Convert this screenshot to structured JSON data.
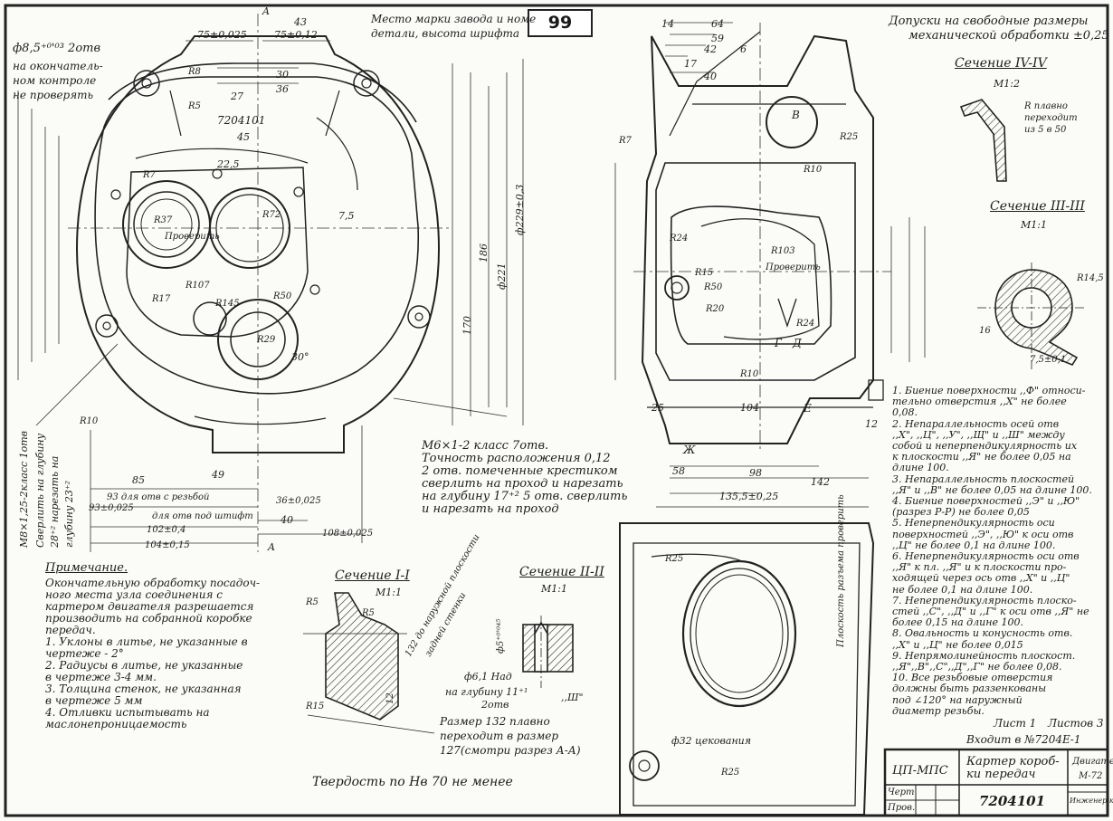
{
  "page_number": "99",
  "header_notes": {
    "maker_mark": "Место марки завода и номе",
    "maker_mark_2": "детали, высота шрифта"
  },
  "front_view": {
    "labels": {
      "hole_spec": "ф8,5⁺⁰'⁰³ 2отв",
      "hole_note_1": "на окончатель-",
      "hole_note_2": "ном контроле",
      "hole_note_3": "не проверять",
      "part_number": "7204101",
      "dim_75a": "75±0,025",
      "dim_75b": "75±0,12",
      "dim_43": "43",
      "dim_30": "30",
      "dim_36": "36",
      "dim_27": "27",
      "dim_45": "45",
      "dim_22_5": "22,5",
      "dim_7_5": "7,5",
      "r8": "R8",
      "r5": "R5",
      "r7": "R7",
      "r10": "R10",
      "r17": "R17",
      "r107": "R107",
      "r145": "R145",
      "r50": "R50",
      "r72": "R72",
      "r29": "R29",
      "r37": "R37",
      "check_bore": "Проверить",
      "angle_30": "30°",
      "section_a": "A",
      "dim_85": "85",
      "dim_93": "93 для отв с резьбой",
      "dim_93b": "93±0,025",
      "dim_93c": "для отв под штифт",
      "dim_102": "102±0,4",
      "dim_104": "104±0,15",
      "dim_108": "108±0,025",
      "dim_40": "40",
      "dim_36b": "36±0,025",
      "dim_49": "49",
      "dim_229": "ф229±0,3",
      "dim_221": "ф221",
      "dim_186": "186",
      "dim_170": "170",
      "m8_note": "М8×1,25-2класс 1отв",
      "m8_note_2": "Сверлить на глубину",
      "m8_note_3": "28⁺² нарезать на",
      "m8_note_4": "глубину 23⁺²"
    }
  },
  "thread_note": {
    "line1": "М6×1-2 класс 7отв.",
    "line2": "Точность расположения 0,12",
    "line3": "2 отв. помеченные крестиком",
    "line4": "сверлить на проход и нарезать",
    "line5": "на глубину 17⁺² 5 отв. сверлить",
    "line6": "и нарезать на проход"
  },
  "remarks": {
    "title": "Примечание.",
    "items": [
      "Окончательную обработку посадоч-",
      "ного места узла соединения с",
      "картером двигателя разрешается",
      "производить на собранной коробке",
      "передач.",
      "1. Уклоны в литье, не указанные в",
      "чертеже - 2°",
      "2. Радиусы в литье, не указанные",
      "в чертеже 3-4 мм.",
      "3. Толщина стенок, не указанная",
      "в чертеже 5 мм",
      "4. Отливки испытывать на",
      "маслонепроницаемость"
    ],
    "hardness": "Твердость   по Нв 70  не менее"
  },
  "section_1": {
    "title": "Сечение I-I",
    "scale": "М1:1",
    "r5": "R5",
    "r15": "R15",
    "dim_132": "132 до наружной плоскости",
    "dim_132b": "задней стенки",
    "dim_12": "12"
  },
  "section_2": {
    "title": "Сечение II-II",
    "scale": "М1:1",
    "hole": "ф6,1 Над",
    "depth": "на глубину 11⁺¹",
    "holes_count": "2отв",
    "mark": ",,Ш\"",
    "dim_45": "ф5⁺⁰'⁰⁴⁵",
    "note_1": "Размер 132 плавно",
    "note_2": "переходит в размер",
    "note_3": "127(смотри разрез А-А)"
  },
  "side_view": {
    "dims": [
      "14",
      "64",
      "59",
      "42",
      "6",
      "17",
      "40",
      "25",
      "58",
      "104",
      "98",
      "142",
      "12",
      "135,5±0,25"
    ],
    "labels": {
      "r7": "R7",
      "r25": "R25",
      "r10": "R10",
      "r24": "R24",
      "r50": "R50",
      "r103": "R103",
      "r15": "R15",
      "r20": "R20",
      "check": "Проверить",
      "view_z": "Ж",
      "view_b": "В",
      "mark_e": "Е",
      "mark_g": "Г",
      "mark_d": "Д"
    }
  },
  "bottom_view": {
    "r25": "R25",
    "r25b": "R25",
    "bore": "ф32 цекования",
    "plane_note": "Плоскость разъема проверить"
  },
  "tolerances": {
    "header_1": "Допуски на свободные размеры",
    "header_2": "механической обработки ±0,25",
    "section_iv": "Сечение IV-IV",
    "section_iv_scale": "М1:2",
    "section_iv_note_1": "R плавно",
    "section_iv_note_2": "переходит",
    "section_iv_note_3": "из 5 в 50",
    "section_iii": "Сечение III-III",
    "section_iii_scale": "М1:1",
    "r14_5": "R14,5",
    "dim_16": "16",
    "dim_7_5": "7,5±0,1",
    "items": [
      "1. Биение поверхности ,,Ф\" относи-",
      "тельно отверстия ,,Х\" не более",
      "0,08.",
      "2. Непараллельность осей отв",
      ",,Х\", ,,Ц\", ,,У\", ,,Щ\" и ,,Ш\" между",
      "собой и неперпендикулярность их",
      "к плоскости ,,Я\" не более 0,05 на",
      "длине 100.",
      "3. Непараллельность плоскостей",
      ",,Я\" и ,,В\" не более 0,05 на длине 100.",
      "4. Биение поверхностей ,,Э\" и ,,Ю\"",
      "(разрез Р-Р) не более 0,05",
      "5. Неперпендикулярность оси",
      "поверхностей ,,Э\", ,,Ю\" к оси отв",
      ",,Ц\" не более 0,1 на длине 100.",
      "6. Неперпендикулярность оси отв",
      ",,Я\" к пл. ,,Я\" и к плоскости про-",
      "ходящей через ось отв ,,Х\" и ,,Ц\"",
      "не более 0,1 на длине 100.",
      "7. Неперпендикулярность плоско-",
      "стей ,,С\", ,,Д\" и ,,Г\" к оси отв ,,Я\" не",
      "более 0,15 на длине 100.",
      "8. Овальность и конусность отв.",
      ",,Х\" и ,,Ц\" не более 0,015",
      "9. Непрямолинейность плоскост.",
      ",,Я\",,В\",,С\",,Д\",,Г\" не более 0,08.",
      "10. Все резьбовые отверстия",
      "должны быть раззенкованы",
      "под ∠120° на наружный",
      "диаметр резьбы."
    ]
  },
  "title_block": {
    "sheet": "Лист 1",
    "sheets": "Листов 3",
    "enters": "Входит в №7204Е-1",
    "dept": "ЦП-МПС",
    "name_1": "Картер короб-",
    "name_2": "ки передач",
    "drawing_no": "7204101",
    "product_1": "Двигатель",
    "product_2": "М-72",
    "row_draft": "Черт",
    "row_check": "Пров.",
    "stamp": "Инженер-констр."
  }
}
